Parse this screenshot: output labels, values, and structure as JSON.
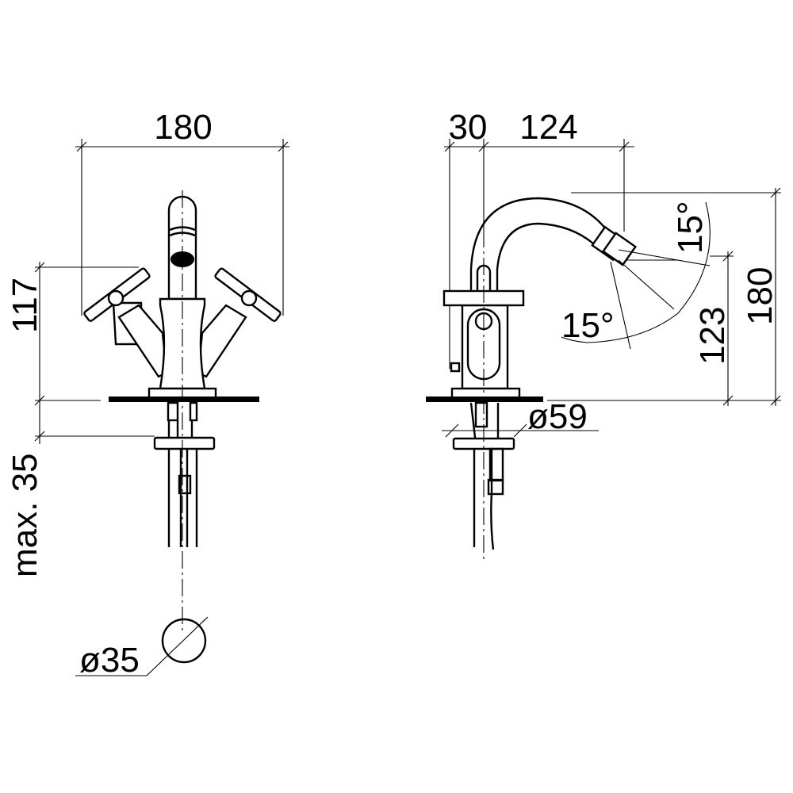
{
  "front_view": {
    "width_label": "180",
    "handle_height_label": "117",
    "deck_thickness_label": "max. 35",
    "hole_diameter_label": "ø35"
  },
  "side_view": {
    "offset_label": "30",
    "projection_label": "124",
    "upper_angle_label": "15°",
    "lower_angle_label": "15°",
    "outlet_height_label": "123",
    "total_height_label": "180",
    "base_diameter_label": "ø59"
  }
}
